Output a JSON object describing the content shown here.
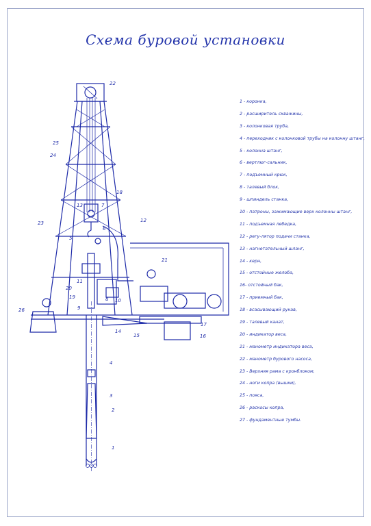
{
  "title": "Схема буровой установки",
  "legend": [
    "1 - коронка,",
    "2 - расширитель скважины,",
    "3 - колонковая труба,",
    "4 - переходник с колонковой трубы на колонну штанг,",
    "5 - колонна штанг,",
    "6 - вертлюг-сальник,",
    "7 -  подъемный крюк,",
    "8 - талевый блок,",
    "9 - шпиндель станка,",
    "10 - патроны, зажимающие верх колонны штанг,",
    "11 - подъемная лебедка,",
    "12 - регу-лятор подачи станка,",
    "13 - нагнетательный шланг,",
    "14 - керн,",
    "15 - отстойные желоба,",
    "16- отстойный бак,",
    "17 - приемный бак,",
    "18 - всасывающий рукав,",
    "19 - талевый канат,",
    "20 - индикатор веса,",
    "21 - манометр индикатора веса,",
    "22 - манометр бурового насоса,",
    "23 - Верхняя рама с кронблоком,",
    "24 - ноги копра (вышки),",
    "25 - пояса,",
    "26 - раскосы копра,",
    "27 - фундаментные тумбы."
  ],
  "callouts": [
    "1",
    "2",
    "3",
    "4",
    "5",
    "6",
    "7",
    "8",
    "9",
    "10",
    "11",
    "12",
    "13",
    "14",
    "15",
    "16",
    "17",
    "18",
    "19",
    "20",
    "21",
    "22",
    "23",
    "24",
    "25",
    "26"
  ]
}
